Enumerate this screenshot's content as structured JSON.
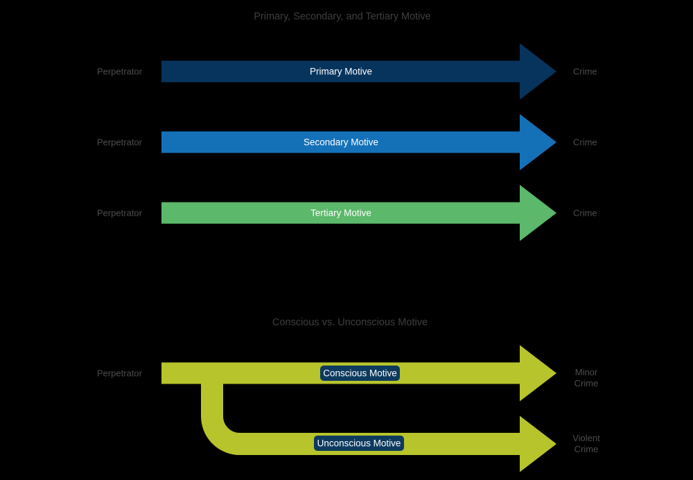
{
  "colors": {
    "background": "#000000",
    "navy": "#07345d",
    "blue": "#1471b8",
    "green": "#5cb86a",
    "chartreuse": "#b7c42b",
    "pill_navy": "#0d3a5f",
    "pill_border": "#cfdbe4",
    "title_text": "#3f3f3f",
    "side_text": "#4d4d4d",
    "arrow_text": "#ffffff"
  },
  "section1": {
    "title": "Primary, Secondary, and Tertiary Motive",
    "arrows": [
      {
        "label": "Primary Motive",
        "from": "Perpetrator",
        "to": "Crime"
      },
      {
        "label": "Secondary Motive",
        "from": "Perpetrator",
        "to": "Crime"
      },
      {
        "label": "Tertiary Motive",
        "from": "Perpetrator",
        "to": "Crime"
      }
    ]
  },
  "section2": {
    "title": "Conscious vs. Unconscious Motive",
    "arrows": [
      {
        "label": "Conscious Motive",
        "from": "Perpetrator",
        "to_line1": "Minor",
        "to_line2": "Crime"
      },
      {
        "label": "Unconscious Motive",
        "to_line1": "Violent",
        "to_line2": "Crime"
      }
    ]
  }
}
